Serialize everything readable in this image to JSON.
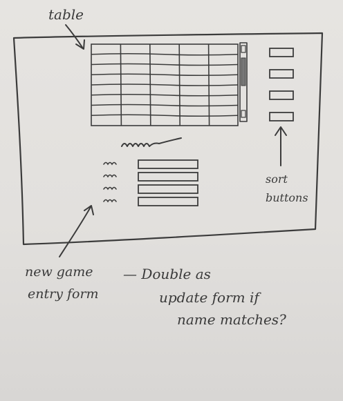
{
  "annotations": {
    "table_label": "table",
    "sort_label_line1": "sort",
    "sort_label_line2": "buttons",
    "form_label_line1": "new game",
    "form_label_line2": "entry form",
    "note_line1": "— Double as",
    "note_line2": "update form if",
    "note_line3": "name matches?"
  },
  "table": {
    "rows": 8,
    "columns": 5
  },
  "sort_buttons": {
    "count": 4
  },
  "entry_form": {
    "fields": 4
  },
  "colors": {
    "paper": "#e4e2df",
    "ink": "#3b3b3b"
  }
}
